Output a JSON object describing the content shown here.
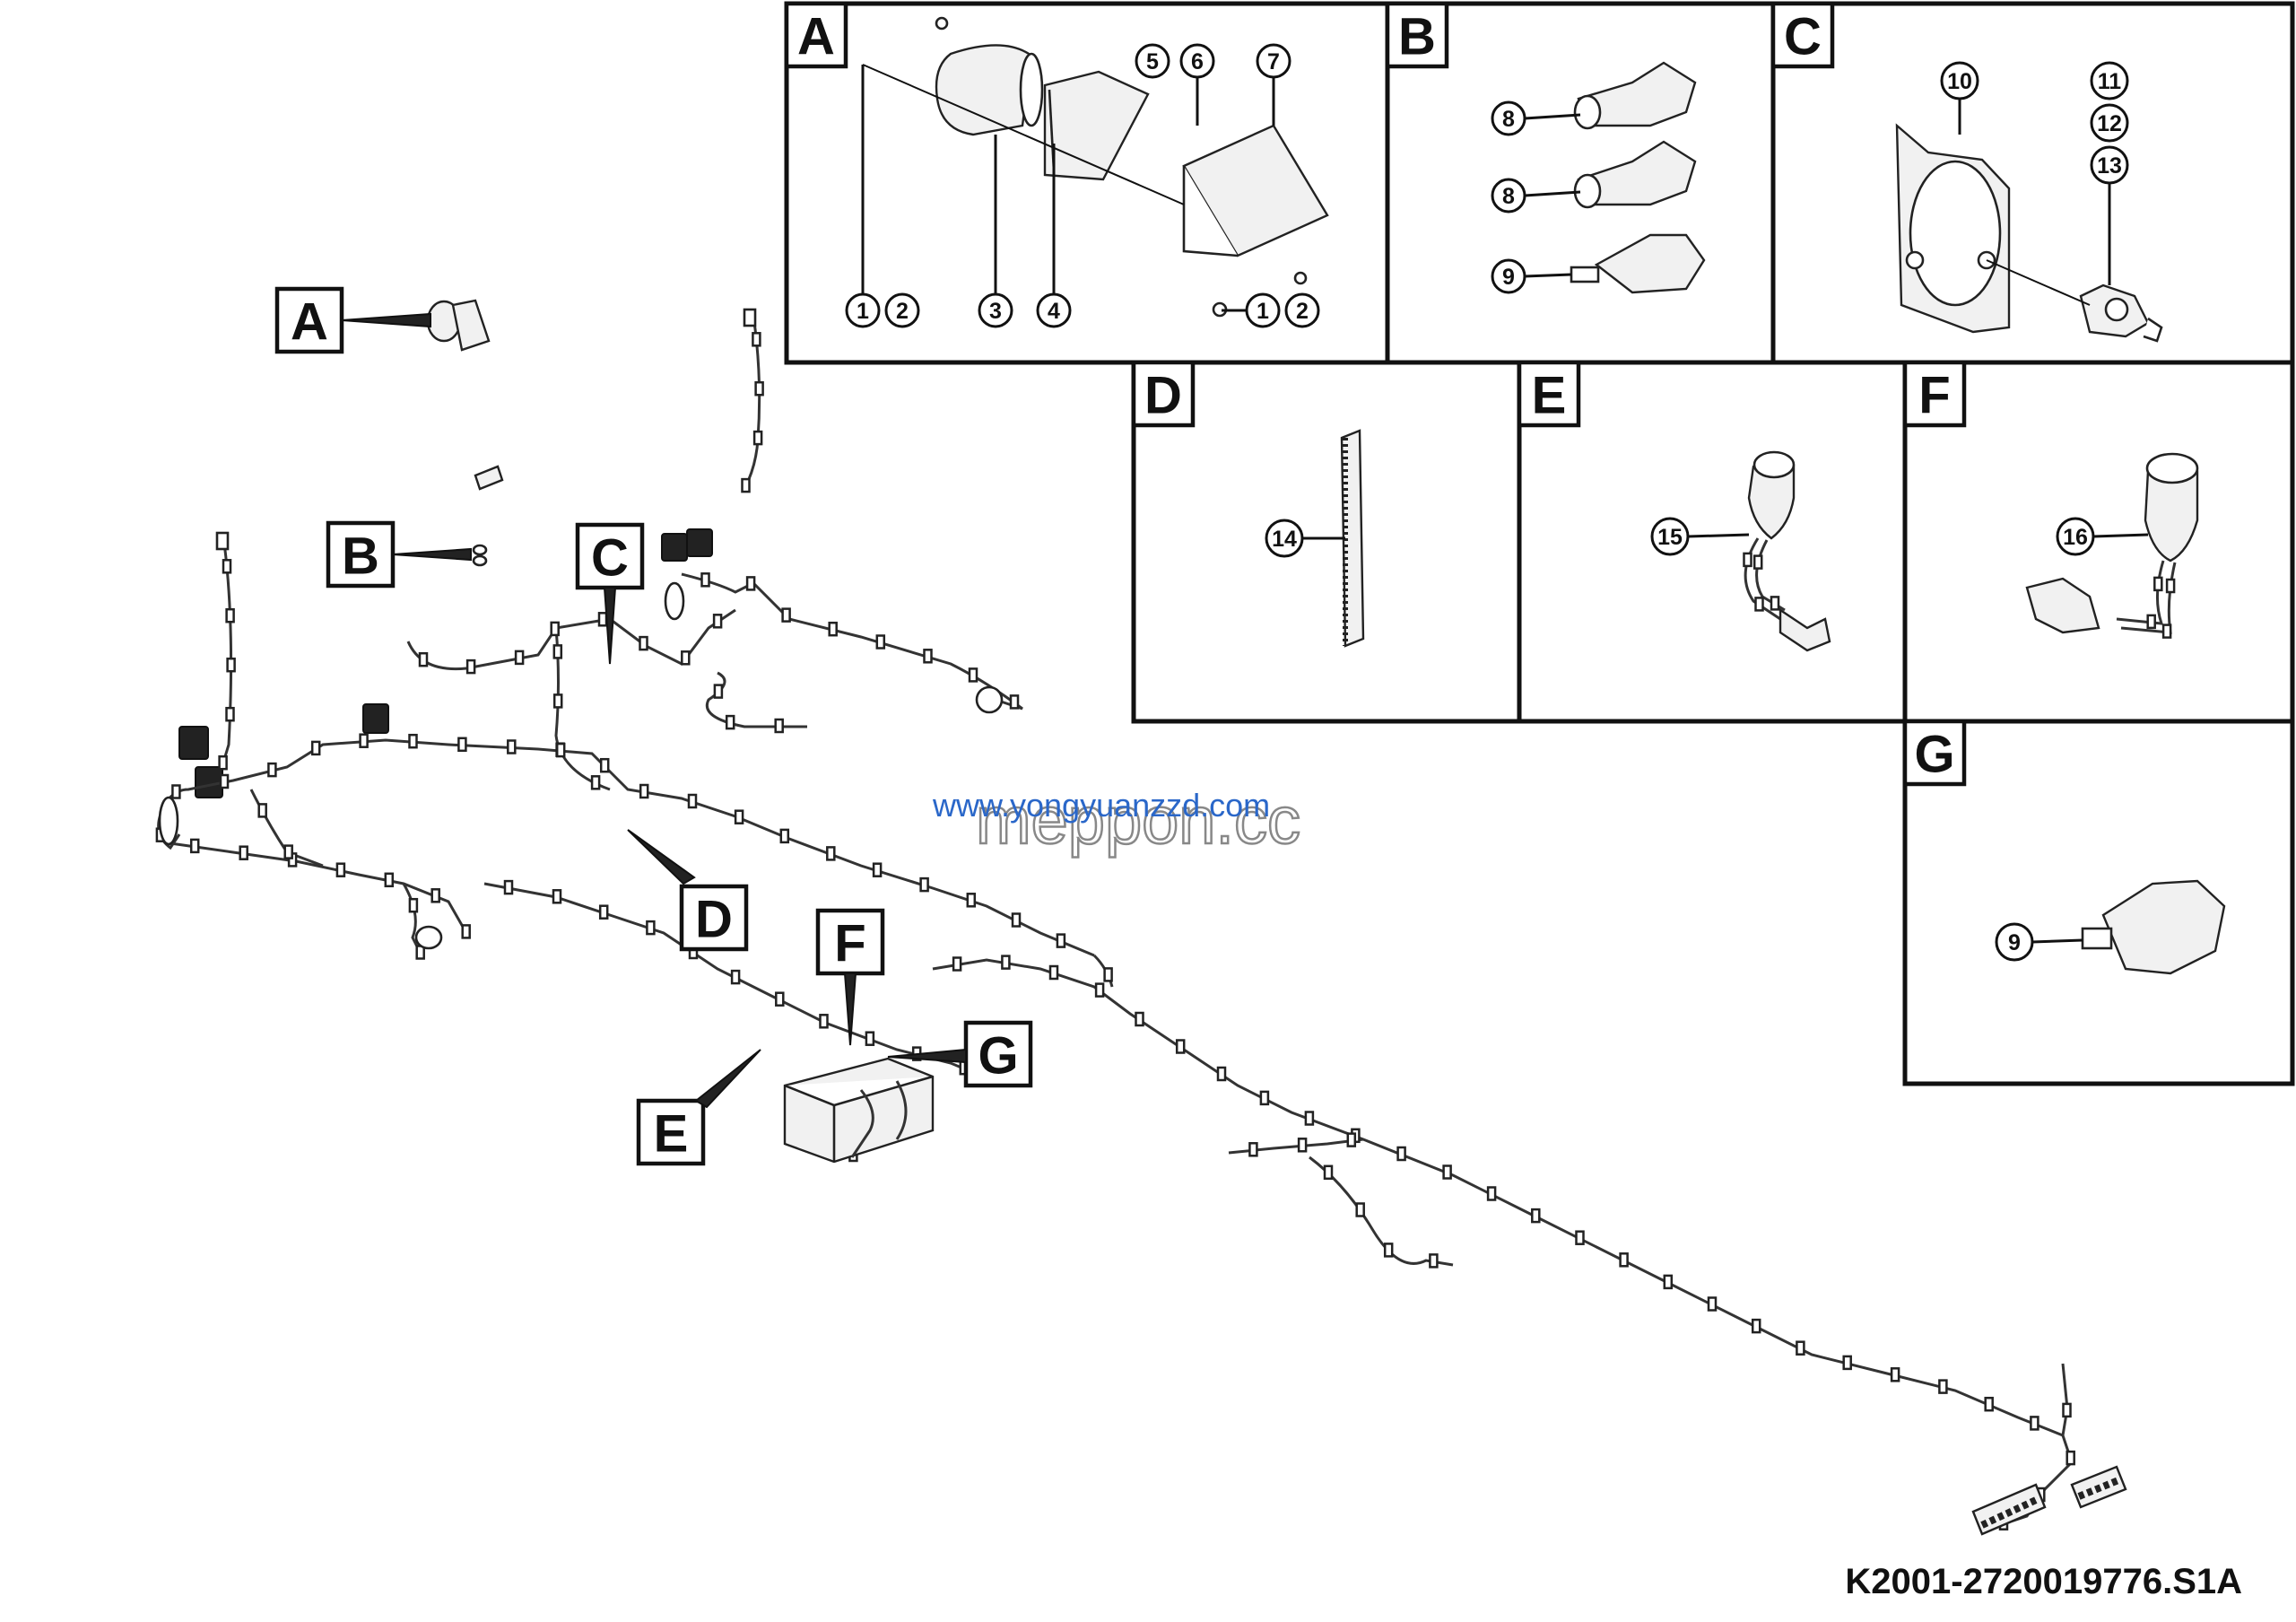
{
  "detail_panels": {
    "A": {
      "label": "A",
      "callouts": [
        "1",
        "2",
        "3",
        "4",
        "5",
        "6",
        "7",
        "1",
        "2"
      ]
    },
    "B": {
      "label": "B",
      "callouts": [
        "8",
        "8",
        "9"
      ]
    },
    "C": {
      "label": "C",
      "callouts": [
        "10",
        "11",
        "12",
        "13"
      ]
    },
    "D": {
      "label": "D",
      "callouts": [
        "14"
      ]
    },
    "E": {
      "label": "E",
      "callouts": [
        "15"
      ]
    },
    "F": {
      "label": "F",
      "callouts": [
        "16"
      ]
    },
    "G": {
      "label": "G",
      "callouts": [
        "9"
      ]
    }
  },
  "overview_tags": [
    "A",
    "B",
    "C",
    "D",
    "E",
    "F",
    "G"
  ],
  "watermarks": {
    "url": "www.yongyuanzzd.com",
    "site": "meppon.cc"
  },
  "reference_code": "K2001-2720019776.S1A"
}
